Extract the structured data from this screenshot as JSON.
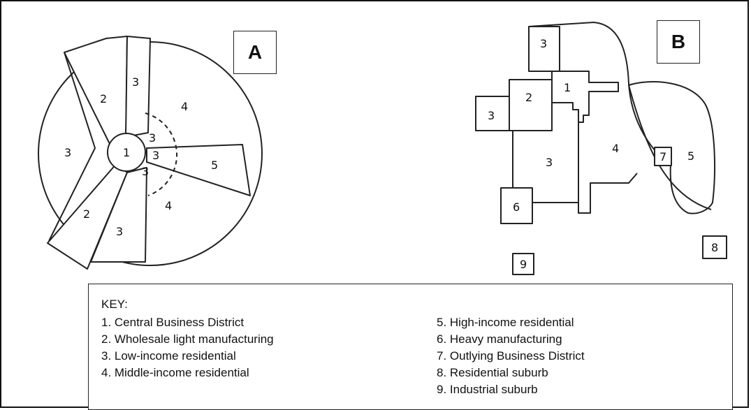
{
  "panels": {
    "a_label": "A",
    "b_label": "B"
  },
  "model_a": {
    "zones": {
      "z1": "1",
      "z2a": "2",
      "z2b": "2",
      "z3a": "3",
      "z3b": "3",
      "z3c": "3",
      "z3d": "3",
      "z3e": "3",
      "z3f": "3",
      "z4a": "4",
      "z4b": "4",
      "z5": "5"
    }
  },
  "model_b": {
    "zones": {
      "z1": "1",
      "z2": "2",
      "z3top": "3",
      "z3left": "3",
      "z3mid": "3",
      "z4": "4",
      "z5": "5",
      "z6": "6",
      "z7": "7",
      "z8": "8",
      "z9": "9"
    }
  },
  "key": {
    "title": "KEY:",
    "items": [
      "1. Central Business District",
      "2. Wholesale light manufacturing",
      "3. Low-income residential",
      "4. Middle-income residential",
      "5. High-income residential",
      "6. Heavy manufacturing",
      "7. Outlying Business District",
      "8. Residential suburb",
      "9. Industrial suburb"
    ]
  }
}
